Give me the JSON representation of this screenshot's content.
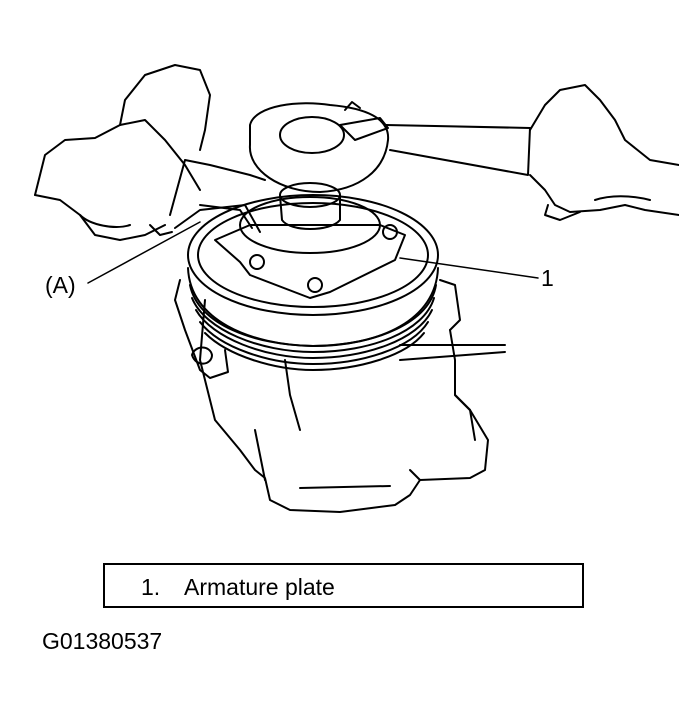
{
  "callouts": {
    "tool_label": "(A)",
    "part_label": "1"
  },
  "legend": {
    "items": [
      {
        "number": "1.",
        "text": "Armature plate"
      }
    ]
  },
  "figure_id": "G01380537",
  "colors": {
    "line": "#000000",
    "background": "#ffffff"
  }
}
